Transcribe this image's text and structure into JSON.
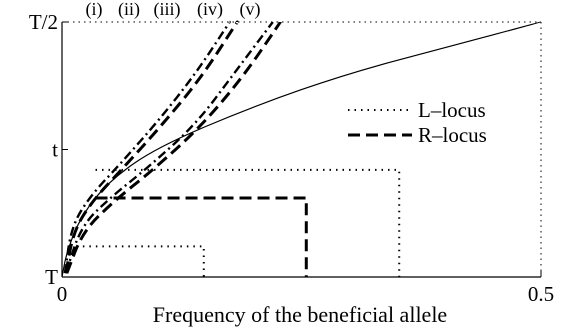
{
  "chart_data": {
    "type": "line",
    "title": "",
    "xlabel": "Frequency of the beneficial allele",
    "ylabel": "",
    "xlim": [
      0,
      0.5
    ],
    "x_ticks": [
      {
        "value": 0,
        "label": "0"
      },
      {
        "value": 0.5,
        "label": "0.5"
      }
    ],
    "y_ticks": [
      {
        "label": "T/2",
        "level": 0
      },
      {
        "label": "t",
        "level": 0.5
      },
      {
        "label": "T",
        "level": 1
      }
    ],
    "grid": false,
    "legend_position": "right",
    "legend": [
      {
        "label": "L–locus",
        "style": "dotted"
      },
      {
        "label": "R–locus",
        "style": "dashed"
      }
    ],
    "curve_labels": [
      "(i)",
      "(ii)",
      "(iii)",
      "(iv)",
      "(v)"
    ],
    "series": [
      {
        "label": "(i)",
        "style": "dash-dot",
        "points": [
          [
            0.003,
            0.985
          ],
          [
            0.01,
            0.8
          ],
          [
            0.03,
            0.68
          ],
          [
            0.06,
            0.56
          ],
          [
            0.1,
            0.39
          ],
          [
            0.14,
            0.2
          ],
          [
            0.175,
            0.0
          ]
        ]
      },
      {
        "label": "(ii)",
        "style": "dashed",
        "points": [
          [
            0.004,
            0.985
          ],
          [
            0.012,
            0.82
          ],
          [
            0.032,
            0.7
          ],
          [
            0.062,
            0.58
          ],
          [
            0.103,
            0.41
          ],
          [
            0.145,
            0.22
          ],
          [
            0.183,
            0.0
          ]
        ]
      },
      {
        "label": "(iii)",
        "style": "dash-dot",
        "points": [
          [
            0.004,
            0.985
          ],
          [
            0.02,
            0.8
          ],
          [
            0.05,
            0.69
          ],
          [
            0.09,
            0.57
          ],
          [
            0.14,
            0.4
          ],
          [
            0.18,
            0.2
          ],
          [
            0.22,
            0.0
          ]
        ]
      },
      {
        "label": "(iv)",
        "style": "dashed",
        "points": [
          [
            0.005,
            0.985
          ],
          [
            0.022,
            0.82
          ],
          [
            0.055,
            0.7
          ],
          [
            0.095,
            0.58
          ],
          [
            0.145,
            0.41
          ],
          [
            0.19,
            0.21
          ],
          [
            0.228,
            0.0
          ]
        ]
      },
      {
        "label": "(v)",
        "style": "solid",
        "points": [
          [
            0.0,
            1.0
          ],
          [
            0.005,
            0.9
          ],
          [
            0.02,
            0.76
          ],
          [
            0.05,
            0.62
          ],
          [
            0.1,
            0.49
          ],
          [
            0.2,
            0.33
          ],
          [
            0.3,
            0.2
          ],
          [
            0.4,
            0.1
          ],
          [
            0.5,
            0.0
          ]
        ]
      }
    ],
    "regions": [
      {
        "locus": "L–locus",
        "style": "dotted",
        "x_range": [
          0.015,
          0.148
        ],
        "top_level": 0.88
      },
      {
        "locus": "L–locus",
        "style": "dotted",
        "x_range": [
          0.035,
          0.352
        ],
        "top_level": 0.58
      },
      {
        "locus": "R–locus",
        "style": "dashed",
        "x_range": [
          0.035,
          0.255
        ],
        "top_level": 0.69
      }
    ]
  }
}
